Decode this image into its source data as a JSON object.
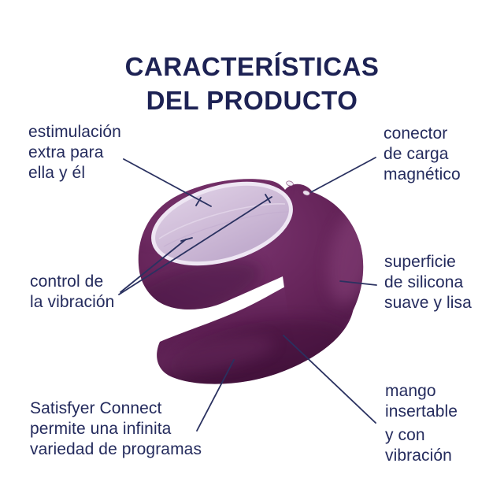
{
  "title": {
    "line1": "CARACTERÍSTICAS",
    "line2": "DEL PRODUCTO"
  },
  "labels": {
    "stimulation": {
      "lines": [
        "estimulación",
        "extra para",
        "ella y él"
      ]
    },
    "charging": {
      "lines": [
        "conector",
        "de carga",
        "magnético"
      ]
    },
    "control": {
      "lines": [
        "control de",
        "la vibración"
      ]
    },
    "surface": {
      "lines": [
        "superficie",
        "de silicona",
        "suave y lisa"
      ]
    },
    "app": {
      "lines": [
        "Satisfyer Connect",
        "permite una infinita",
        "variedad de programas"
      ]
    },
    "handle": {
      "lines": [
        "mango",
        "insertable",
        "y con",
        "vibración"
      ]
    }
  },
  "colors": {
    "background": "#ffffff",
    "title_navy": "#1d2254",
    "label_navy": "#242b5d",
    "pointer_navy": "#2a3160",
    "body_purple": "#622257",
    "body_purple_dark": "#471540",
    "body_purple_light": "#7b3570",
    "panel_lavender": "#cfbcd8",
    "panel_rim": "#eee6f3",
    "charging_dots": "#f2ebf5"
  }
}
